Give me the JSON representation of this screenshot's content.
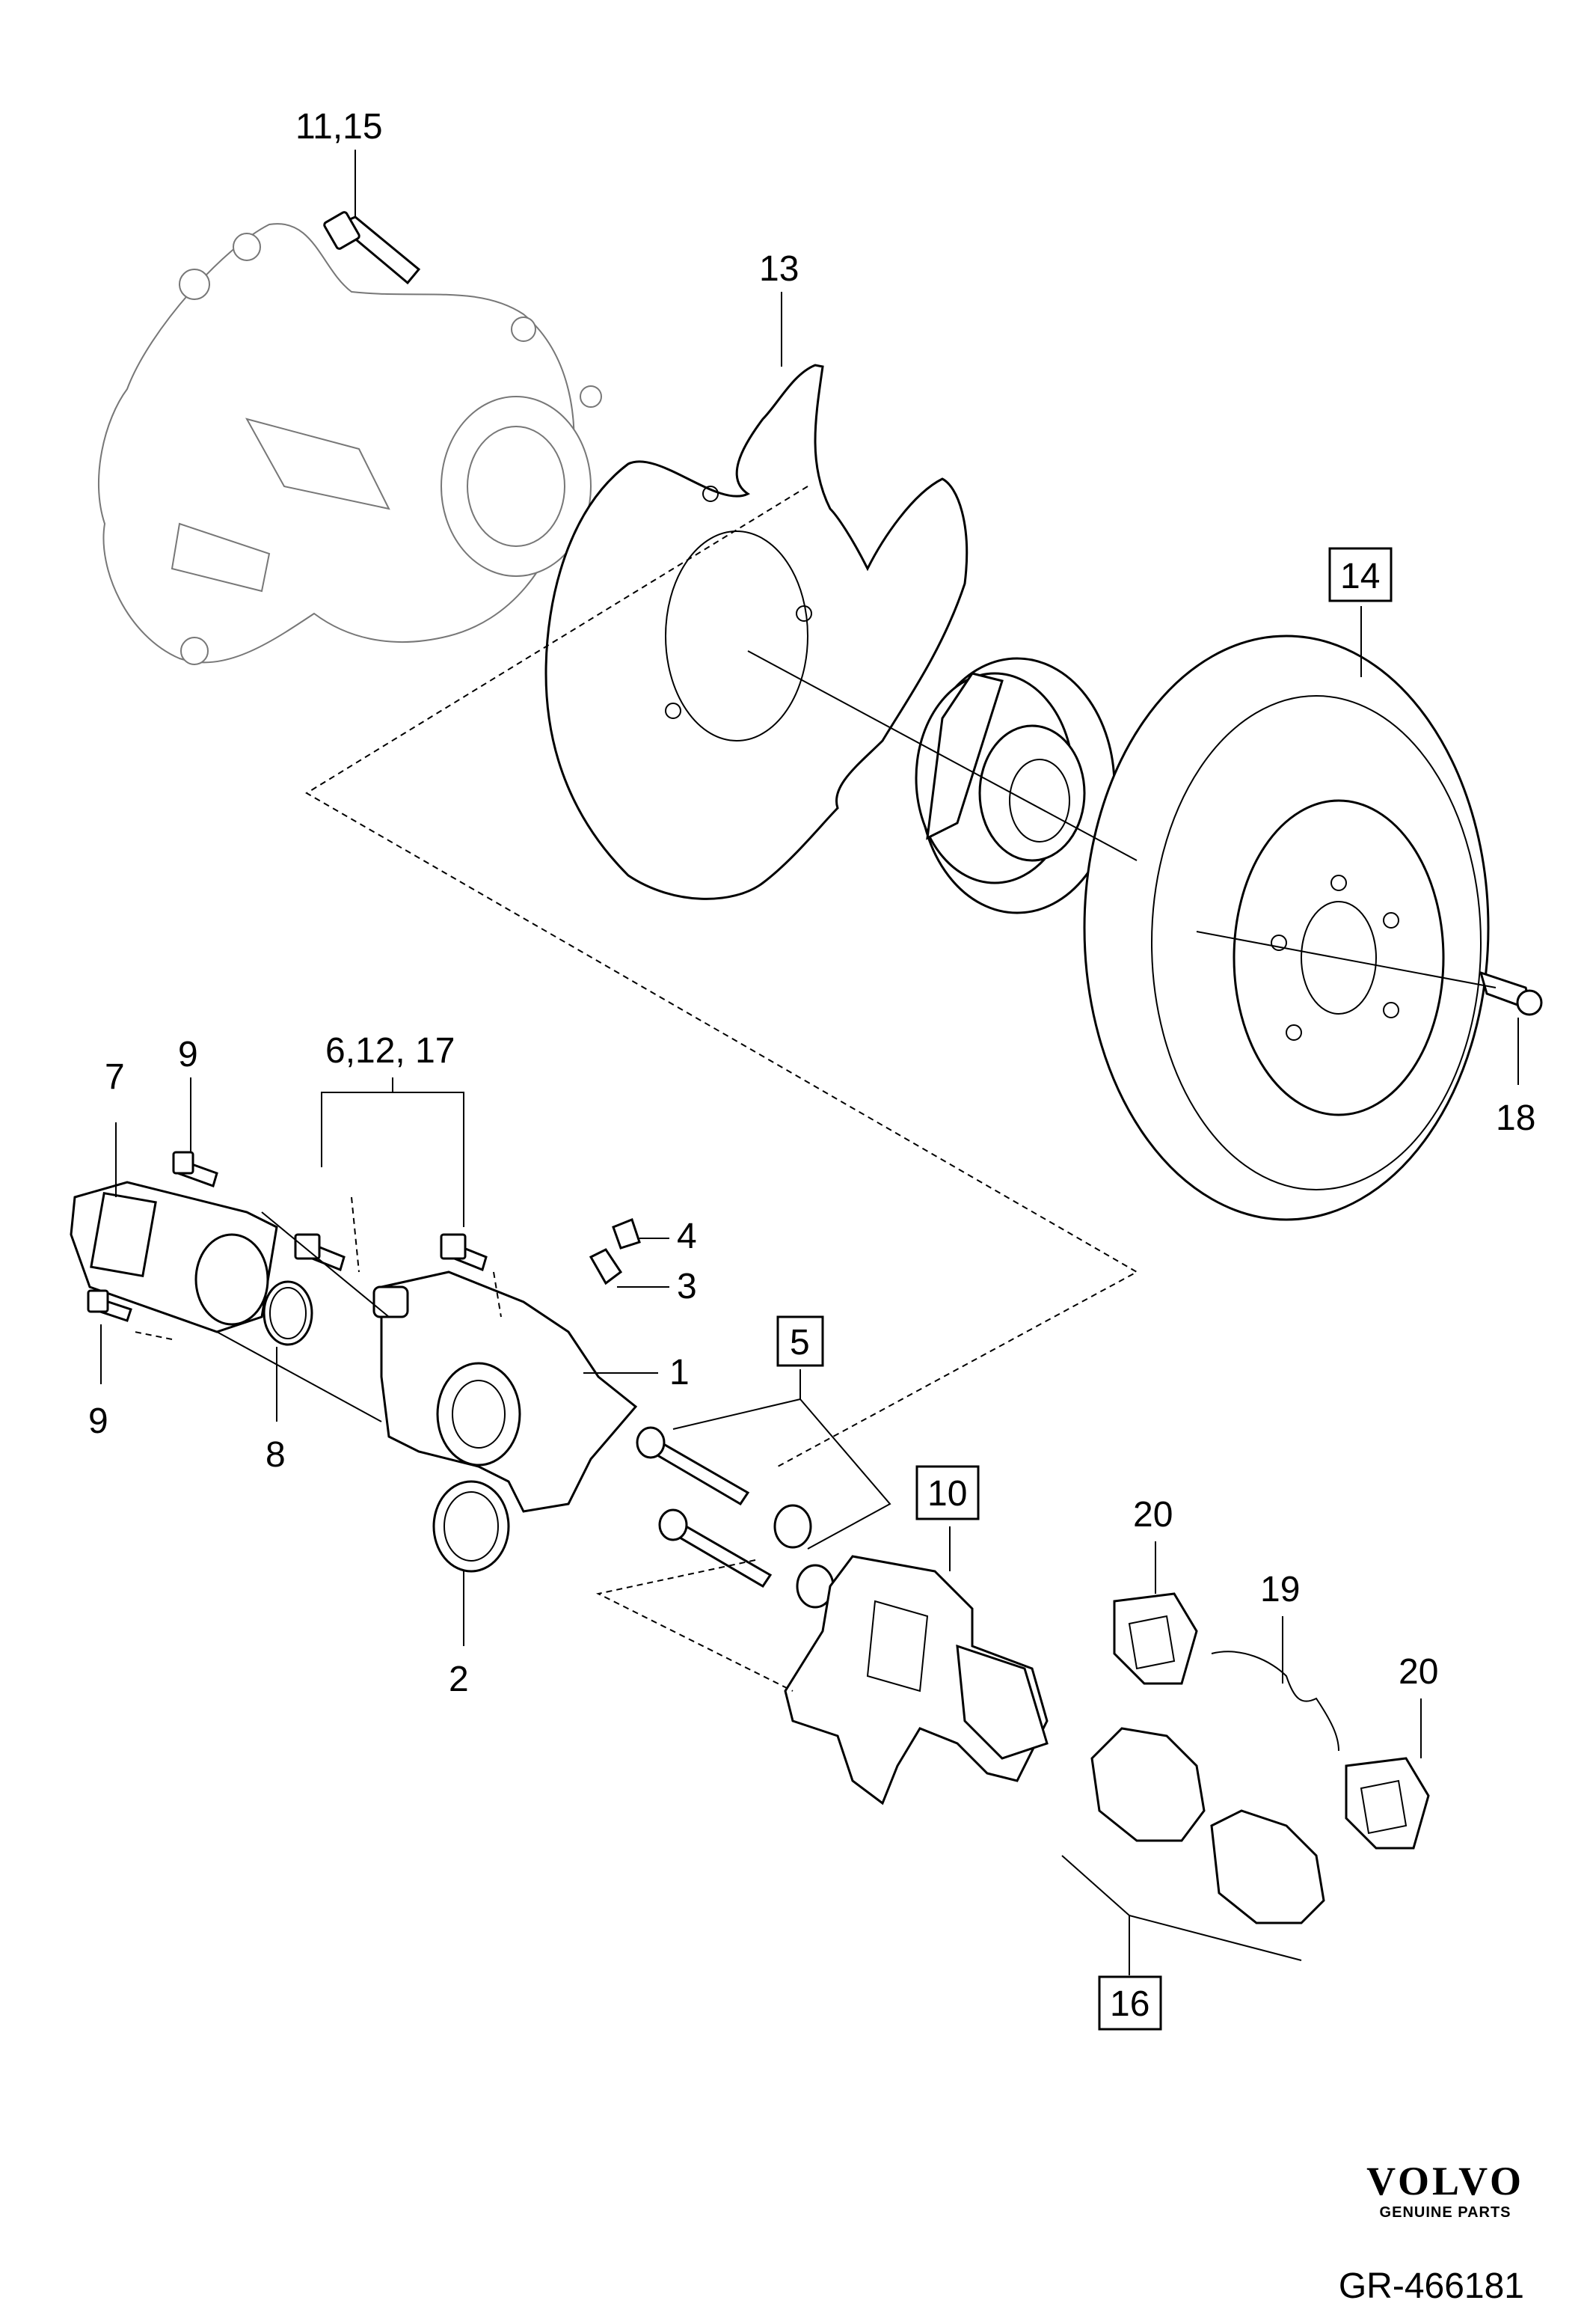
{
  "labels": {
    "l_11_15": "11,15",
    "l_13": "13",
    "l_14": "14",
    "l_18": "18",
    "l_9a": "9",
    "l_6_12_17": "6,12, 17",
    "l_7": "7",
    "l_4": "4",
    "l_3": "3",
    "l_1": "1",
    "l_5": "5",
    "l_9b": "9",
    "l_8": "8",
    "l_10": "10",
    "l_20a": "20",
    "l_19": "19",
    "l_20b": "20",
    "l_2": "2",
    "l_16": "16"
  },
  "brand": {
    "name": "VOLVO",
    "subtitle": "GENUINE PARTS"
  },
  "diagram_code": "GR-466181",
  "colors": {
    "line": "#000000",
    "ghost_line": "#777777",
    "background": "#ffffff"
  }
}
